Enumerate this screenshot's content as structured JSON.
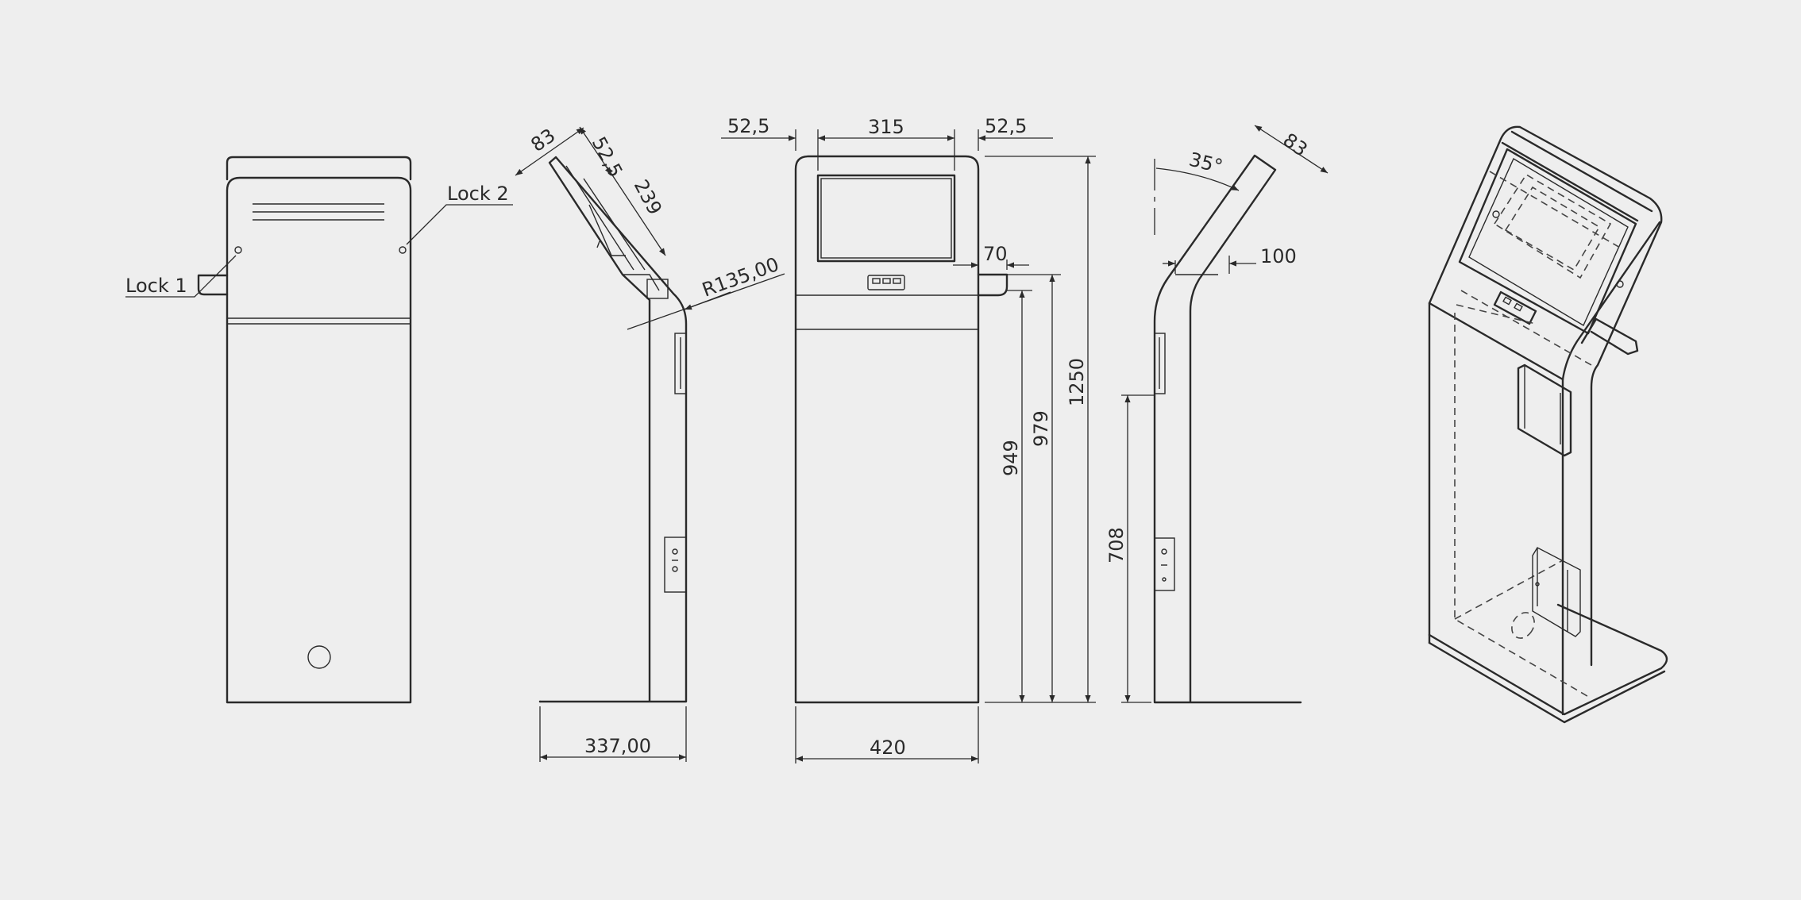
{
  "callouts": {
    "lock1": "Lock 1",
    "lock2": "Lock 2"
  },
  "side_view": {
    "dim_83": "83",
    "dim_52_5": "52,5",
    "dim_239": "239",
    "radius": "R135,00",
    "depth": "337,00"
  },
  "front_view": {
    "left_margin": "52,5",
    "screen_width": "315",
    "right_margin": "52,5",
    "shelf_depth": "70",
    "width": "420",
    "h_949": "949",
    "h_979": "979",
    "h_1250": "1250"
  },
  "right_view": {
    "angle": "35°",
    "dim_83": "83",
    "dim_100": "100",
    "h_708": "708"
  },
  "colors": {
    "background": "#eeeeee",
    "line": "#2a2a2a"
  }
}
